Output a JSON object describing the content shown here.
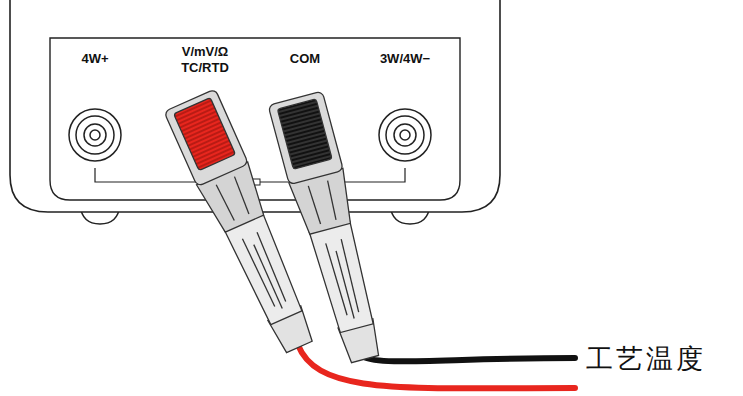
{
  "diagram": {
    "labels": [
      "4W+",
      "V/mV/Ω TC/RTD",
      "COM",
      "3W/4W−",
      "工艺温度"
    ]
  }
}
